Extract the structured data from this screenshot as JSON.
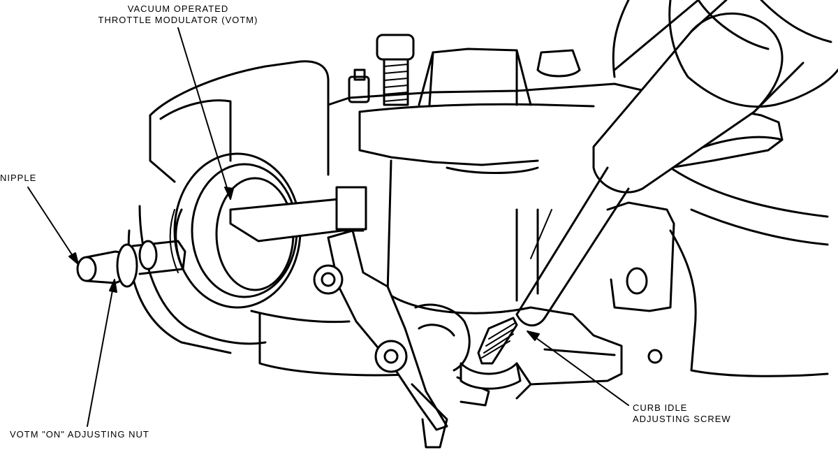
{
  "labels": {
    "votm_line1": "VACUUM OPERATED",
    "votm_line2": "THROTTLE MODULATOR (VOTM)",
    "nipple": "NIPPLE",
    "curb_line1": "CURB IDLE",
    "curb_line2": "ADJUSTING SCREW",
    "adjusting_nut": "VOTM \"ON\" ADJUSTING NUT"
  },
  "colors": {
    "ink": "#000000",
    "paper": "#ffffff"
  }
}
